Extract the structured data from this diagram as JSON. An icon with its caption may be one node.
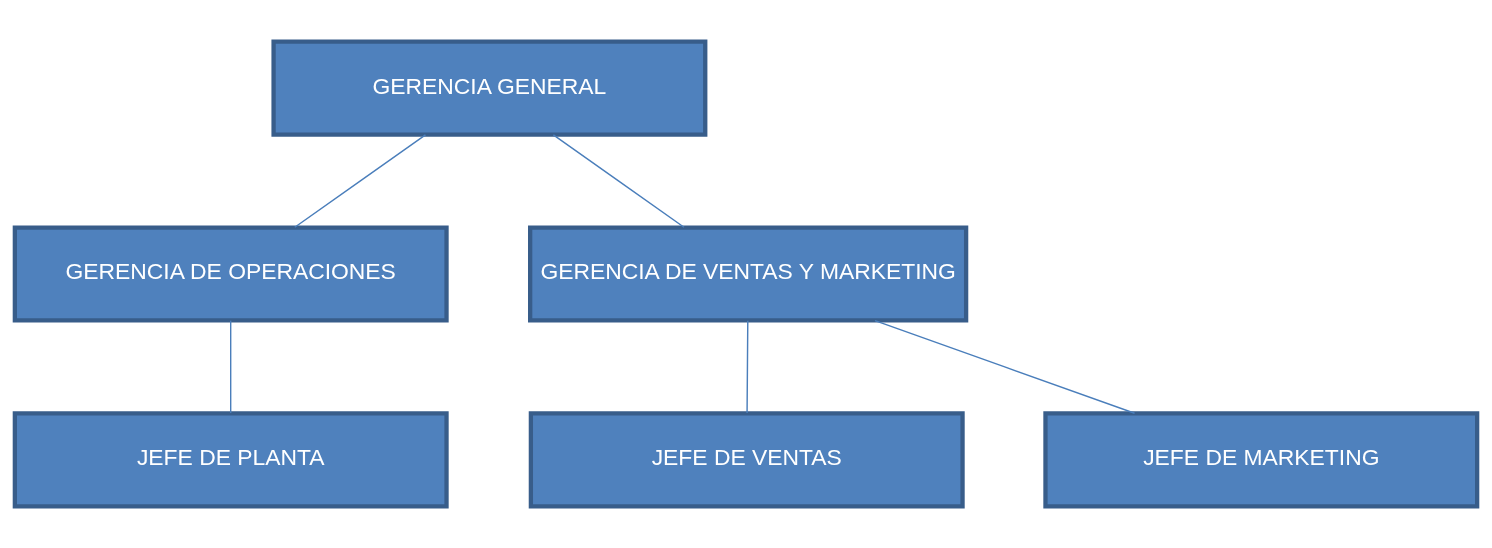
{
  "diagram": {
    "nodes": [
      {
        "text": [
          "GERENCIA GENERAL"
        ]
      },
      {
        "text": [
          "GERENCIA DE OPERACIONES"
        ]
      },
      {
        "text": [
          "GERENCIA DE VENTAS Y MARKETING"
        ]
      },
      {
        "text": [
          "JEFE DE PLANTA"
        ]
      },
      {
        "text": [
          "JEFE DE VENTAS"
        ]
      },
      {
        "text": [
          "JEFE DE MARKETING"
        ]
      }
    ],
    "edges": [
      {
        "from": 0,
        "to": 1,
        "arrow": "none"
      },
      {
        "from": 0,
        "to": 2,
        "arrow": "none"
      },
      {
        "from": 1,
        "to": 3,
        "arrow": "none"
      },
      {
        "from": 2,
        "to": 4,
        "arrow": "none"
      },
      {
        "from": 2,
        "to": 5,
        "arrow": "none"
      }
    ]
  }
}
